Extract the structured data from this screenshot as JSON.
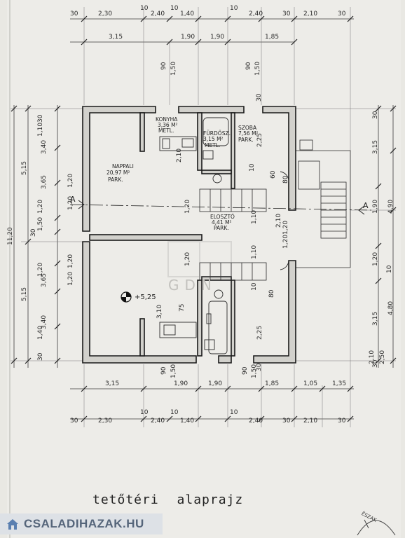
{
  "dims": {
    "top_row1": [
      "30",
      "2,30",
      "10",
      "2,40",
      "10",
      "1,40",
      "10",
      "2,40",
      "30",
      "2,10",
      "30"
    ],
    "top_row2": [
      "3,15",
      "1,90",
      "1,90",
      "1,85"
    ],
    "top_vert": [
      "90",
      "1,50",
      "90",
      "1,50"
    ],
    "bottom_row1": [
      "3,15",
      "1,90",
      "1,90",
      "1,85",
      "1,05",
      "1,35"
    ],
    "bottom_row2": [
      "30",
      "2,30",
      "10",
      "2,40",
      "10",
      "1,40",
      "10",
      "2,40",
      "30",
      "2,10",
      "30"
    ],
    "bottom_vert": [
      "90",
      "1,50",
      "90",
      "1,50"
    ],
    "left_outer": [
      "11,20"
    ],
    "left_mid": [
      "5,15",
      "5,15"
    ],
    "left_inner": [
      "30",
      "1,10",
      "3,40",
      "3,65",
      "30",
      "1,20",
      "1,50",
      "3,65",
      "1,20",
      "1,40",
      "3,40",
      "30"
    ],
    "right": [
      "30",
      "3,15",
      "4,90",
      "1,90",
      "1,20",
      "10",
      "3,15",
      "30",
      "4,80",
      "2,10",
      "2,50"
    ],
    "interior": [
      "30",
      "2,25",
      "10",
      "60",
      "80",
      "1,10",
      "1,10",
      "2,25",
      "80",
      "10",
      "30",
      "75",
      "2,10",
      "3,10",
      "2,10"
    ],
    "door_dims": [
      "1,20",
      "1,20",
      "1,20",
      "1,20",
      "1,20",
      "1,20",
      "1,20",
      "1,20"
    ]
  },
  "rooms": {
    "konyha": [
      "KONYHA",
      "3,36 M²",
      "METL."
    ],
    "furdo": [
      "FÜRDŐSZ.",
      "3,15 M²",
      "METL."
    ],
    "szoba": [
      "SZOBA",
      "7,56 M²",
      "PARK."
    ],
    "nappali": [
      "NAPPALI",
      "20,97 M²",
      "PARK."
    ],
    "eloszto": [
      "ELOSZTÓ",
      "4,41 M²",
      "PARK."
    ]
  },
  "section_mark": "A",
  "level": "+5,25",
  "title": "tetőtéri alaprajz",
  "watermark": "CSALADIHAZAK.HU",
  "watermark_center": "GDN",
  "north": "ÉSZAK"
}
